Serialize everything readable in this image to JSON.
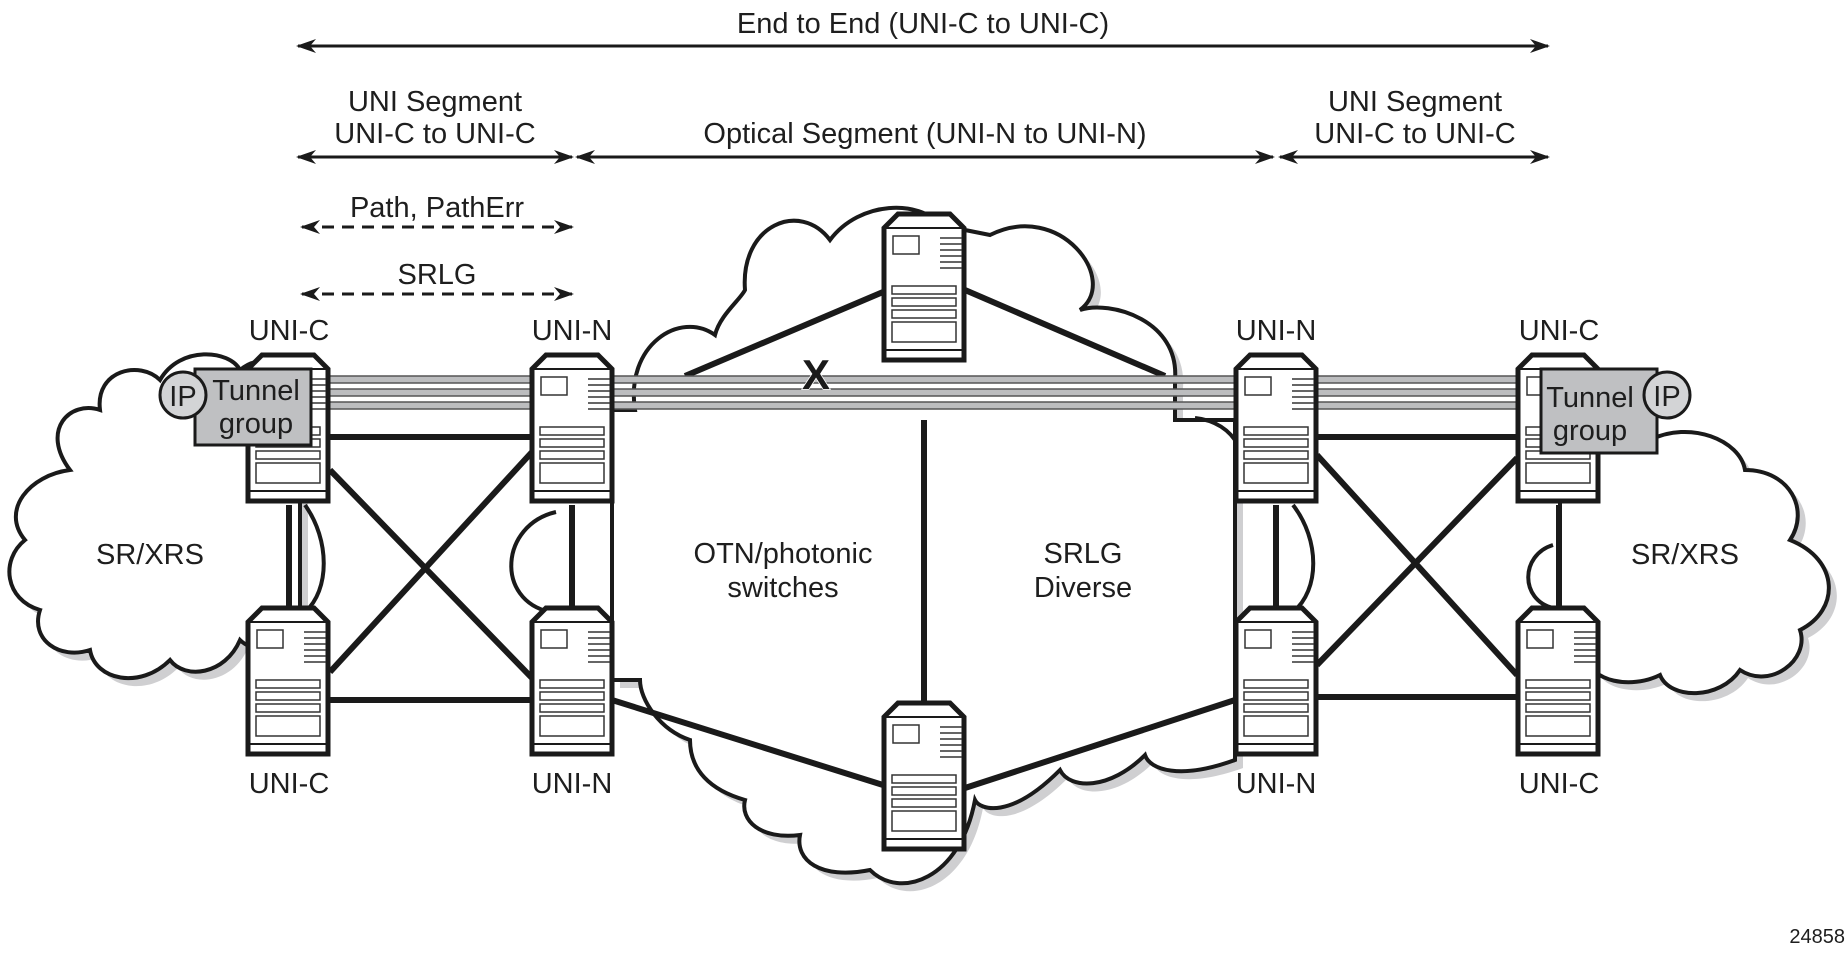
{
  "diagram": {
    "spans": {
      "end_to_end": "End to End (UNI-C to UNI-C)",
      "uni_left_line1": "UNI Segment",
      "uni_left_line2": "UNI-C to UNI-C",
      "optical": "Optical Segment (UNI-N to UNI-N)",
      "uni_right_line1": "UNI Segment",
      "uni_right_line2": "UNI-C to UNI-C",
      "path_msgs": "Path, PathErr",
      "srlg_msg": "SRLG"
    },
    "nodes": {
      "top_left_uni_c": "UNI-C",
      "top_left_uni_n": "UNI-N",
      "top_right_uni_n": "UNI-N",
      "top_right_uni_c": "UNI-C",
      "bottom_left_uni_c": "UNI-C",
      "bottom_left_uni_n": "UNI-N",
      "bottom_right_uni_n": "UNI-N",
      "bottom_right_uni_c": "UNI-C"
    },
    "tunnel_left": {
      "badge": "IP",
      "line1": "Tunnel",
      "line2": "group"
    },
    "tunnel_right": {
      "badge": "IP",
      "line1": "Tunnel",
      "line2": "group"
    },
    "clouds": {
      "left": "SR/XRS",
      "right": "SR/XRS",
      "center_left_line1": "OTN/photonic",
      "center_left_line2": "switches",
      "center_right_line1": "SRLG",
      "center_right_line2": "Diverse"
    },
    "failure_marker": "X",
    "figure_id": "24858",
    "colors": {
      "line": "#1a1a1a",
      "tunnel_fill": "#bcbdbf",
      "tunnel_box": "#bfc0c2",
      "shadow": "#cfcfd1"
    }
  }
}
